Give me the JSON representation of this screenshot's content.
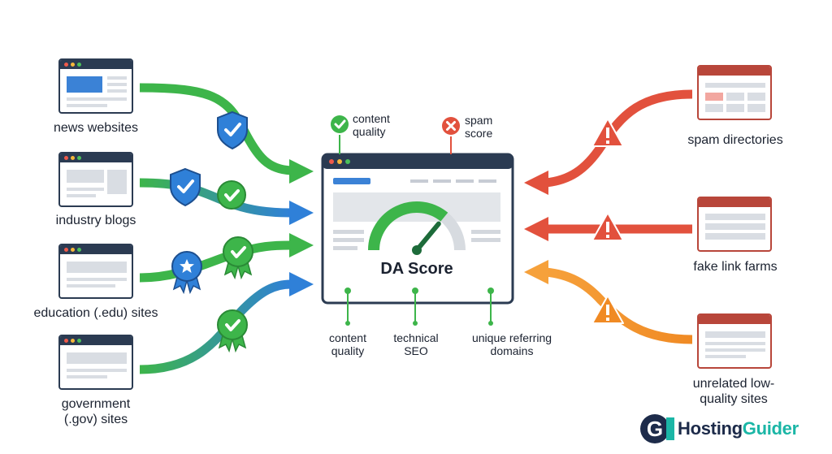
{
  "good_sources": [
    {
      "label": "news websites"
    },
    {
      "label": "industry blogs"
    },
    {
      "label": "education (.edu) sites"
    },
    {
      "label": "government (.gov) sites"
    }
  ],
  "bad_sources": [
    {
      "label": "spam directories"
    },
    {
      "label": "fake link farms"
    },
    {
      "label": "unrelated low-quality sites"
    }
  ],
  "center": {
    "title": "DA Score",
    "top_factors": [
      {
        "label": "content quality",
        "status": "good"
      },
      {
        "label": "spam score",
        "status": "bad"
      }
    ],
    "bottom_factors": [
      {
        "label": "content quality"
      },
      {
        "label": "technical SEO"
      },
      {
        "label": "unique referring domains"
      }
    ],
    "gauge_level": 0.72
  },
  "brand": {
    "name_part1": "Hosting",
    "name_part2": "Guider"
  },
  "colors": {
    "good_green": "#3db54a",
    "good_blue": "#2f80d8",
    "bad_red": "#e2513d",
    "bad_orange": "#f08a24",
    "navy": "#2b3b52"
  },
  "icons": [
    "shield-check-icon",
    "check-badge-icon",
    "star-ribbon-icon",
    "check-ribbon-icon",
    "warning-triangle-icon",
    "check-circle-icon",
    "x-circle-icon"
  ]
}
